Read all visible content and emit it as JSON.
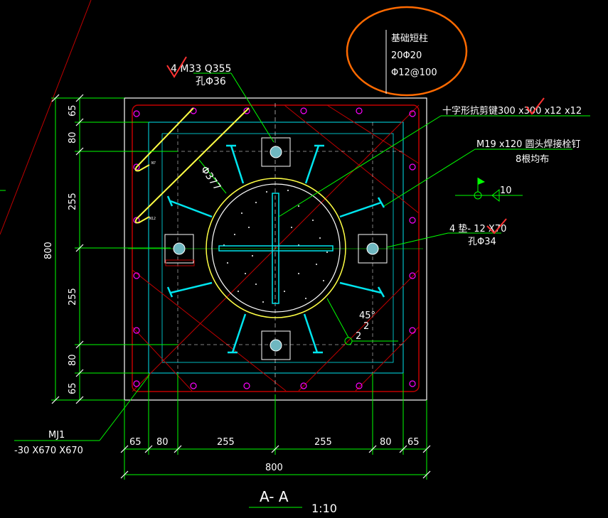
{
  "colors": {
    "background": "#000000",
    "green": "#00ff00",
    "cyan": "#00e5ee",
    "red": "#c00000",
    "yellow": "#ffff44",
    "white": "#ffffff",
    "magenta": "#ff00ff",
    "orange_markup": "#ff6a00"
  },
  "labels": {
    "bolt_spec": "4 M33 Q355",
    "bolt_hole": "孔Φ36",
    "column_title": "基础短柱",
    "column_main_bar": "20Φ20",
    "column_stirrup": "Φ12@100",
    "shear_key": "十字形抗剪键300 x300 x12 x12",
    "stud_spec": "M19 x120 圆头焊接栓钉",
    "stud_count": "8根均布",
    "elevation_value": "10",
    "washer_spec": "4 垫- 12 X70",
    "washer_hole": "孔Φ34",
    "pipe_dia": "Φ377",
    "weld_angle": "45°",
    "weld_size": "2",
    "weld_size2": "2",
    "plate_name": "MJ1",
    "plate_size": "-30 X670 X670",
    "section_title": "A- A",
    "scale": "1:10",
    "rebar_tag1": "N7",
    "rebar_tag2": "N12"
  },
  "dimensions": {
    "left": [
      "65",
      "80",
      "255",
      "255",
      "80",
      "65"
    ],
    "left_total": "800",
    "bottom": [
      "65",
      "80",
      "255",
      "255",
      "80",
      "65"
    ],
    "bottom_total": "800"
  }
}
